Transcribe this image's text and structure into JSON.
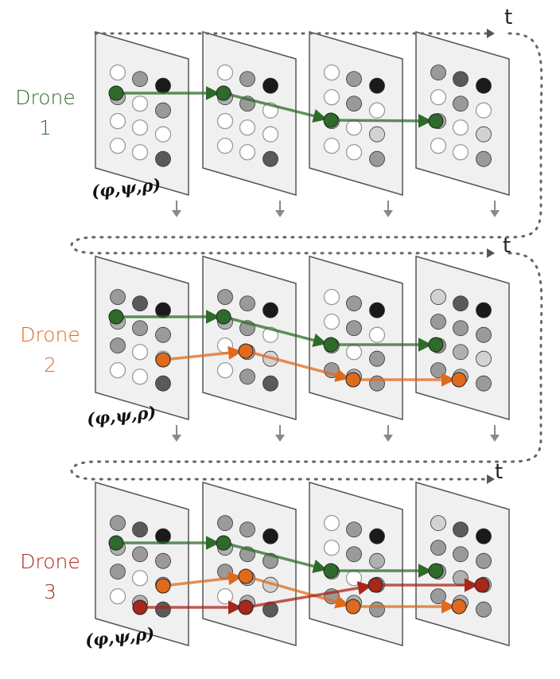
{
  "time_label": "t",
  "formula": "(φ,ψ,ρ)",
  "colors": {
    "drone1": "#2e6b2a",
    "drone2": "#e06a1c",
    "drone3": "#a8261a",
    "frame_fill": "#f0f0f0",
    "frame_stroke": "#555555"
  },
  "drones": [
    {
      "label_line1": "Drone",
      "label_line2": "1"
    },
    {
      "label_line1": "Drone",
      "label_line2": "2"
    },
    {
      "label_line1": "Drone",
      "label_line2": "3"
    }
  ]
}
